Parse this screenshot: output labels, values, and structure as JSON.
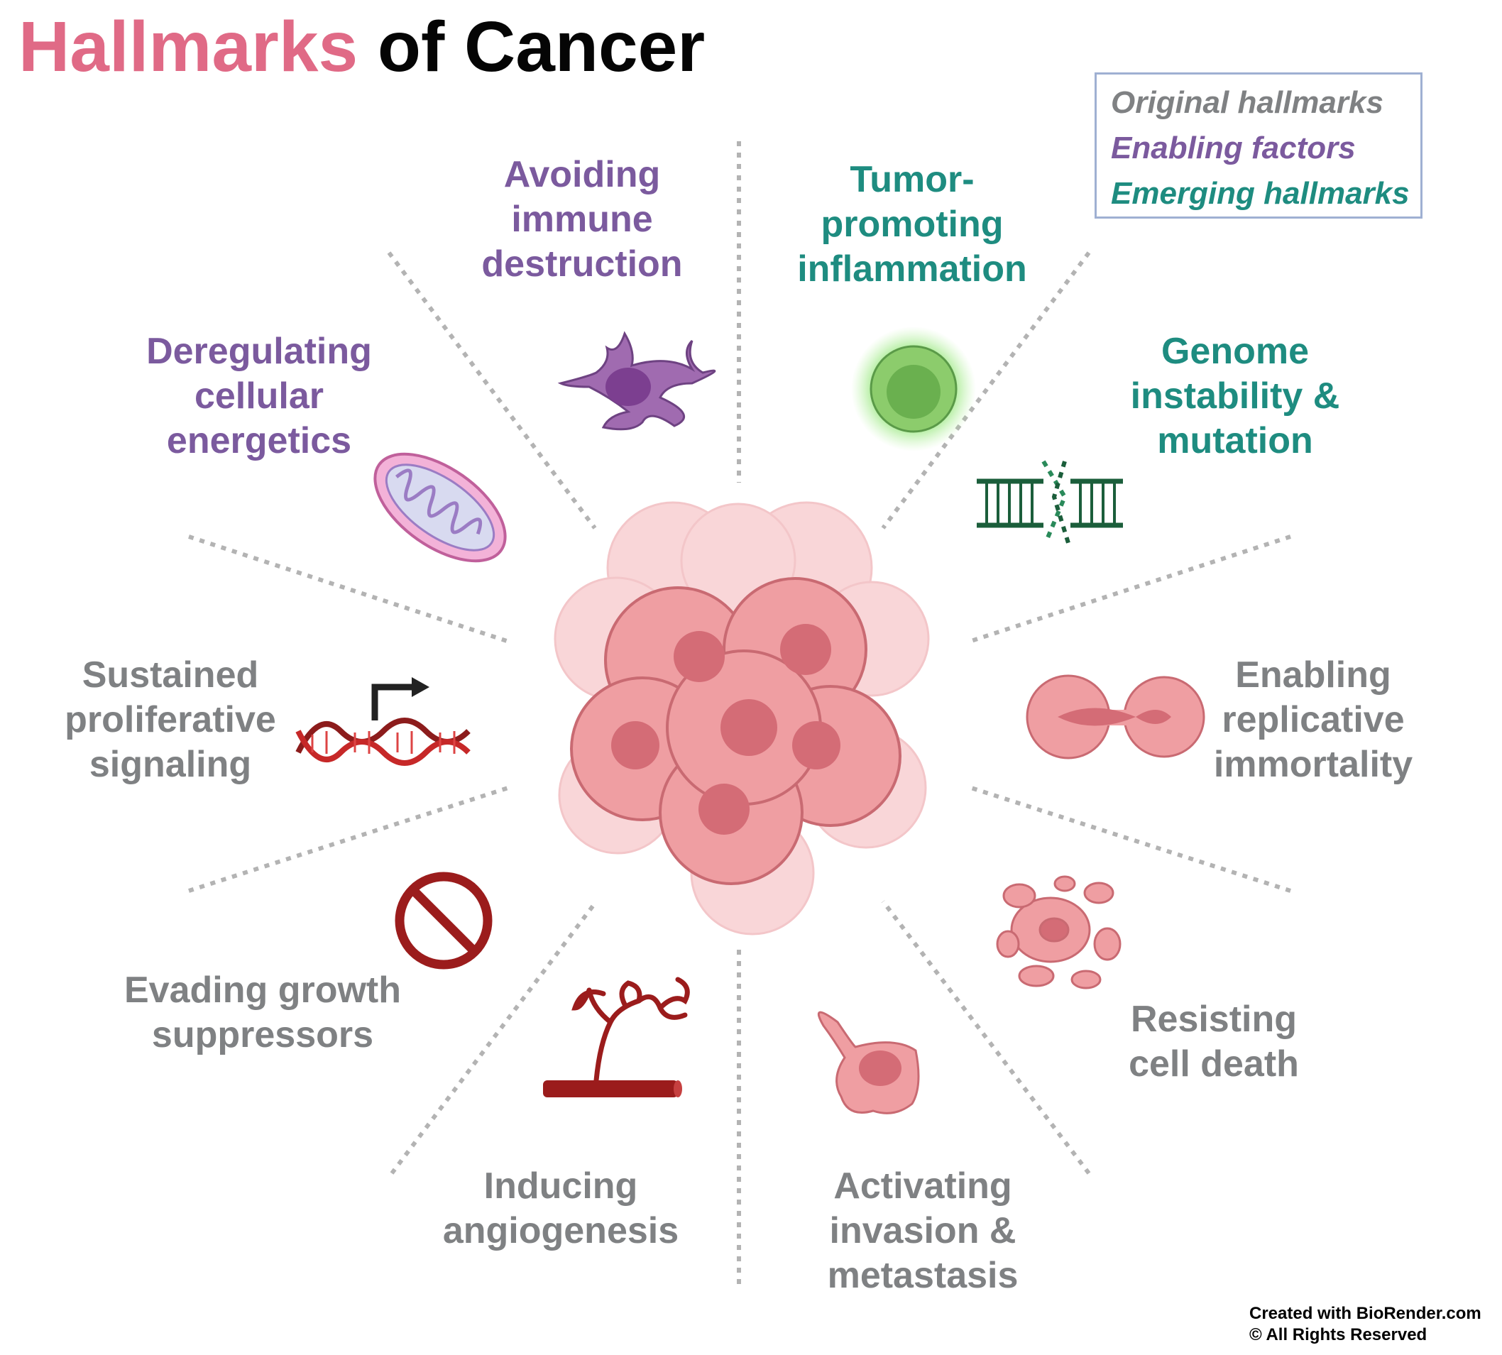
{
  "title": {
    "part1": "Hallmarks",
    "part2": "of Cancer"
  },
  "legend": {
    "original": "Original hallmarks",
    "enabling": "Enabling factors",
    "emerging": "Emerging hallmarks"
  },
  "hallmarks": {
    "immune": "Avoiding\nimmune\ndestruction",
    "inflammation": "Tumor-\npromoting\ninflammation",
    "genome": "Genome\ninstability &\nmutation",
    "energetics": "Deregulating\ncellular\nenergetics",
    "proliferative": "Sustained\nproliferative\nsignaling",
    "immortality": "Enabling\nreplicative\nimmortality",
    "suppressors": "Evading growth\nsuppressors",
    "death": "Resisting\ncell death",
    "angiogenesis": "Inducing\nangiogenesis",
    "invasion": "Activating\ninvasion &\nmetastasis"
  },
  "credit": {
    "line1": "Created with BioRender.com",
    "line2": "© All Rights Reserved"
  },
  "colors": {
    "title_accent": "#e06a86",
    "original": "#7f8183",
    "enabling": "#7b5a9e",
    "emerging": "#1e8c80",
    "tumor": "#ef9a9e",
    "dark_red": "#9b1c1c"
  }
}
